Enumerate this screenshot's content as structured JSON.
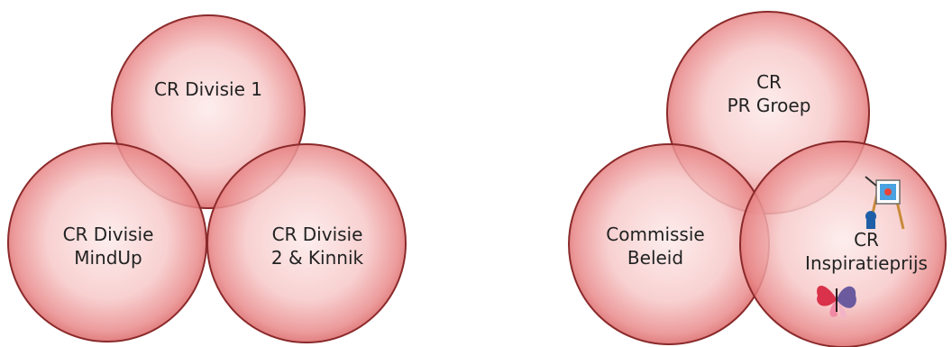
{
  "colors": {
    "circle_fill_center": "#fde6e6",
    "circle_fill_edge": "#dc5f60",
    "circle_stroke": "#8b2a2b",
    "text": "#222222"
  },
  "left_group": {
    "top": {
      "lines": [
        "CR Divisie 1"
      ]
    },
    "left": {
      "lines": [
        "CR Divisie",
        "MindUp"
      ]
    },
    "right": {
      "lines": [
        "CR Divisie",
        "2 & Kinnik"
      ]
    }
  },
  "right_group": {
    "top": {
      "lines": [
        "CR",
        "PR Groep"
      ]
    },
    "left": {
      "lines": [
        "Commissie",
        "Beleid"
      ]
    },
    "right": {
      "lines": [
        "CR",
        "Inspiratieprijs"
      ],
      "icons": [
        "painter-easel-icon",
        "butterfly-icon"
      ]
    }
  }
}
